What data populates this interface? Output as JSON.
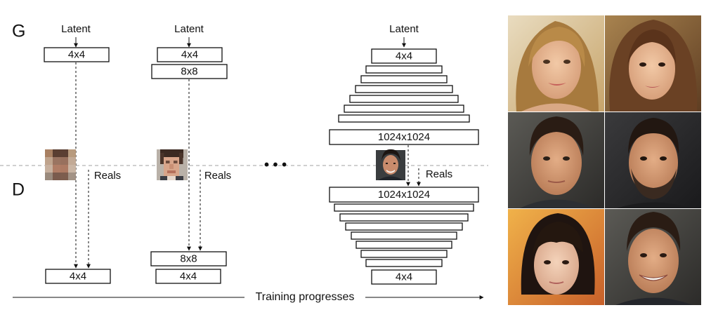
{
  "labels": {
    "generator": "G",
    "discriminator": "D",
    "latent": "Latent",
    "reals": "Reals",
    "ellipsis": "• • •",
    "training_progresses": "Training progresses"
  },
  "blocks": {
    "res4": "4x4",
    "res8": "8x8",
    "res1024": "1024x1024"
  },
  "images": {
    "reals_thumbnails": [
      "face-4x4",
      "face-8x8",
      "face-1024x1024"
    ],
    "generated_faces": [
      "blonde-woman-smiling",
      "woman-wavy-hair",
      "man-short-hair",
      "man-beard",
      "woman-short-bob",
      "man-smiling"
    ]
  }
}
